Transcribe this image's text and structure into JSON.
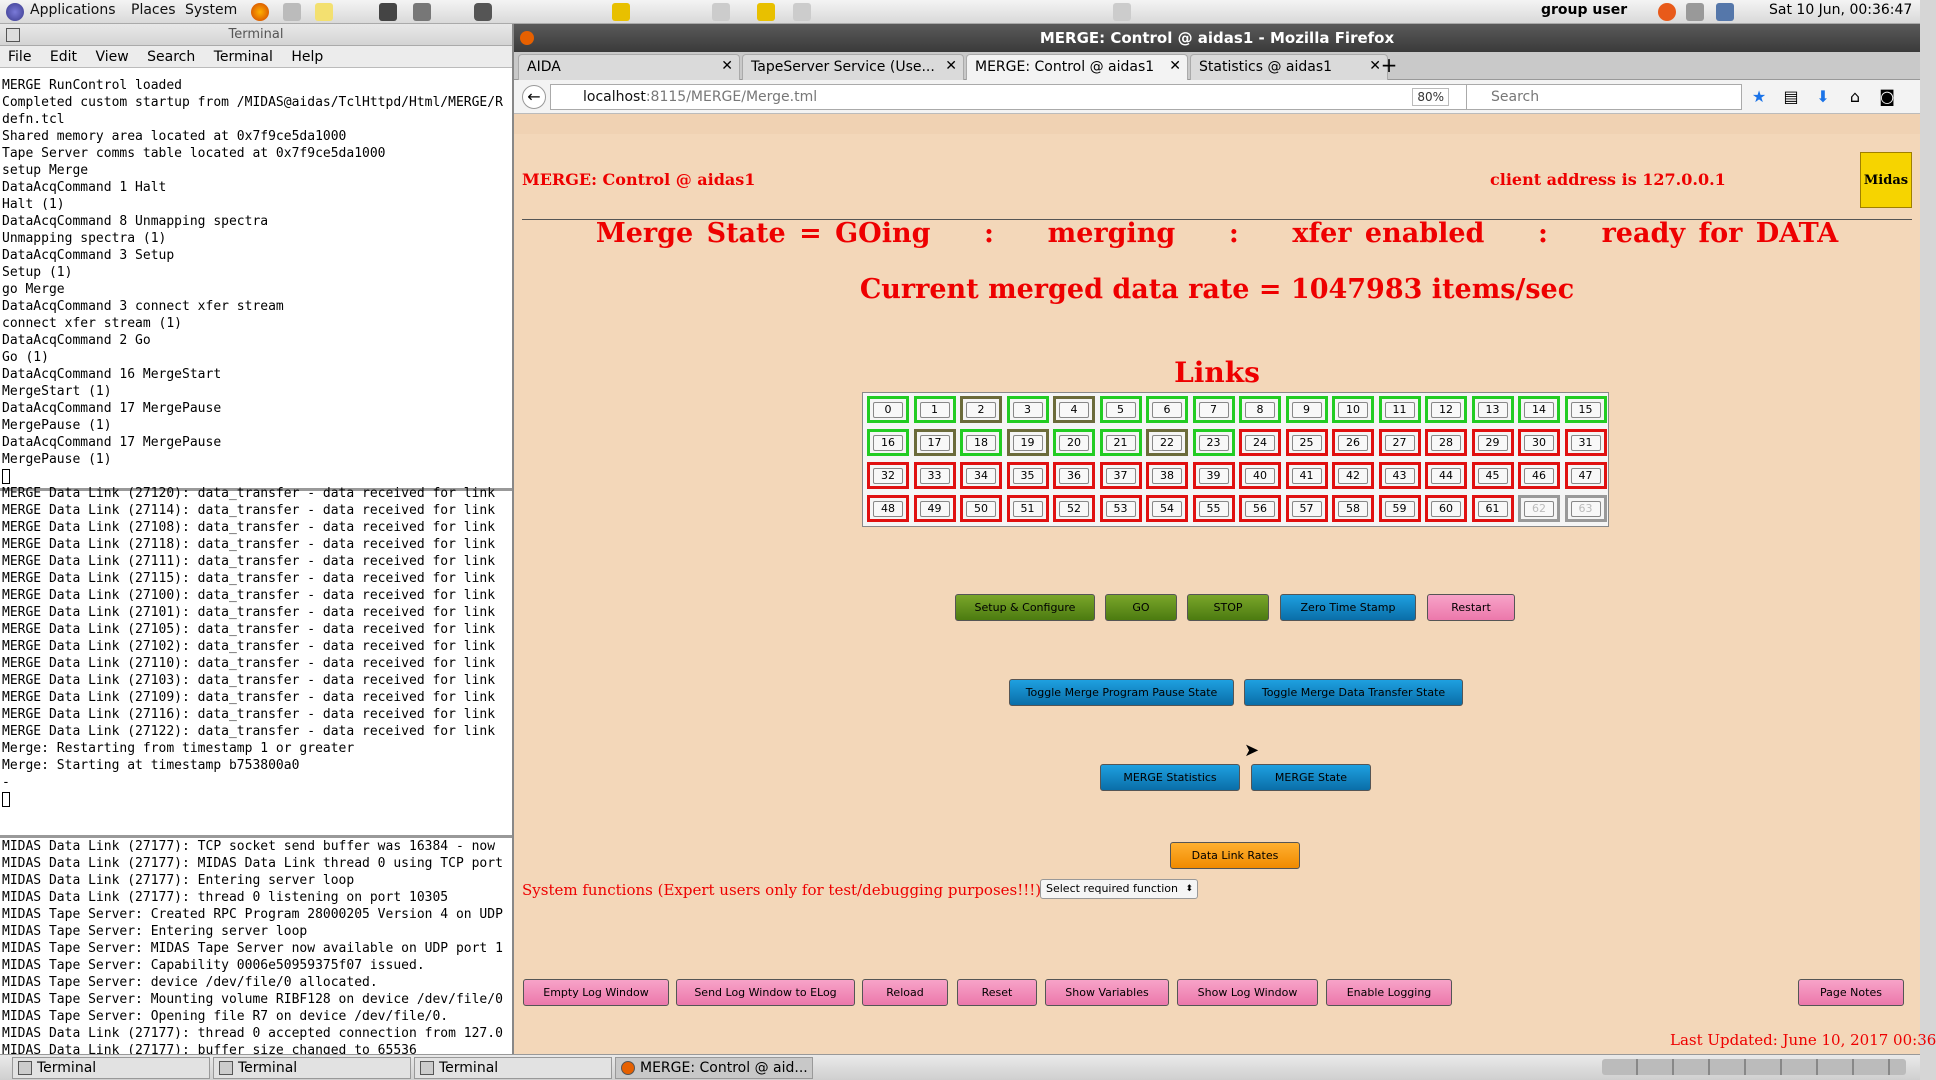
{
  "top_panel": {
    "menus": [
      "Applications",
      "Places",
      "System"
    ],
    "user": "group user",
    "clock": "Sat 10 Jun, 00:36:47"
  },
  "terminal": {
    "title": "Terminal",
    "menus": [
      "File",
      "Edit",
      "View",
      "Search",
      "Terminal",
      "Help"
    ],
    "pane1": "MERGE RunControl loaded\nCompleted custom startup from /MIDAS@aidas/TclHttpd/Html/MERGE/R\ndefn.tcl\nShared memory area located at 0x7f9ce5da1000\nTape Server comms table located at 0x7f9ce5da1000\nsetup Merge\nDataAcqCommand 1 Halt\nHalt (1)\nDataAcqCommand 8 Unmapping spectra\nUnmapping spectra (1)\nDataAcqCommand 3 Setup\nSetup (1)\ngo Merge\nDataAcqCommand 3 connect xfer stream\nconnect xfer stream (1)\nDataAcqCommand 2 Go\nGo (1)\nDataAcqCommand 16 MergeStart\nMergeStart (1)\nDataAcqCommand 17 MergePause\nMergePause (1)\nDataAcqCommand 17 MergePause\nMergePause (1)",
    "pane2": "MERGE Data Link (27120): data_transfer - data received for link\nMERGE Data Link (27114): data_transfer - data received for link\nMERGE Data Link (27108): data_transfer - data received for link\nMERGE Data Link (27118): data_transfer - data received for link\nMERGE Data Link (27111): data_transfer - data received for link\nMERGE Data Link (27115): data_transfer - data received for link\nMERGE Data Link (27100): data_transfer - data received for link\nMERGE Data Link (27101): data_transfer - data received for link\nMERGE Data Link (27105): data_transfer - data received for link\nMERGE Data Link (27102): data_transfer - data received for link\nMERGE Data Link (27110): data_transfer - data received for link\nMERGE Data Link (27103): data_transfer - data received for link\nMERGE Data Link (27109): data_transfer - data received for link\nMERGE Data Link (27116): data_transfer - data received for link\nMERGE Data Link (27122): data_transfer - data received for link\nMerge: Restarting from timestamp 1 or greater\nMerge: Starting at timestamp b753800a0\n-",
    "pane3": "MIDAS Data Link (27177): TCP socket send buffer was 16384 - now\nMIDAS Data Link (27177): MIDAS Data Link thread 0 using TCP port\nMIDAS Data Link (27177): Entering server loop\nMIDAS Data Link (27177): thread 0 listening on port 10305\nMIDAS Tape Server: Created RPC Program 28000205 Version 4 on UDP\nMIDAS Tape Server: Entering server loop\nMIDAS Tape Server: MIDAS Tape Server now available on UDP port 1\nMIDAS Tape Server: Capability 0006e50959375f07 issued.\nMIDAS Tape Server: device /dev/file/0 allocated.\nMIDAS Tape Server: Mounting volume RIBF128 on device /dev/file/0\nMIDAS Tape Server: Opening file R7 on device /dev/file/0.\nMIDAS Data Link (27177): thread 0 accepted connection from 127.0\nMIDAS Data Link (27177): buffer size changed to 65536"
  },
  "firefox": {
    "window_title": "MERGE: Control @ aidas1 - Mozilla Firefox",
    "tabs": [
      {
        "label": "AIDA"
      },
      {
        "label": "TapeServer Service (Use..."
      },
      {
        "label": "MERGE: Control @ aidas1"
      },
      {
        "label": "Statistics @ aidas1"
      }
    ],
    "url_host": "localhost",
    "url_path": ":8115/MERGE/Merge.tml",
    "zoom": "80%",
    "search_placeholder": "Search"
  },
  "page": {
    "header_left": "MERGE: Control @ aidas1",
    "header_right": "client address is 127.0.0.1",
    "logo": "Midas",
    "state_line": "Merge State = GOing    :    merging    :    xfer enabled    :    ready for DATA",
    "rate_line": "Current merged data rate = 1047983 items/sec",
    "links_title": "Links",
    "links": [
      {
        "n": "0",
        "s": "green"
      },
      {
        "n": "1",
        "s": "green"
      },
      {
        "n": "2",
        "s": "olive"
      },
      {
        "n": "3",
        "s": "green"
      },
      {
        "n": "4",
        "s": "olive"
      },
      {
        "n": "5",
        "s": "green"
      },
      {
        "n": "6",
        "s": "green"
      },
      {
        "n": "7",
        "s": "green"
      },
      {
        "n": "8",
        "s": "green"
      },
      {
        "n": "9",
        "s": "green"
      },
      {
        "n": "10",
        "s": "green"
      },
      {
        "n": "11",
        "s": "green"
      },
      {
        "n": "12",
        "s": "green"
      },
      {
        "n": "13",
        "s": "green"
      },
      {
        "n": "14",
        "s": "green"
      },
      {
        "n": "15",
        "s": "green"
      },
      {
        "n": "16",
        "s": "green"
      },
      {
        "n": "17",
        "s": "olive"
      },
      {
        "n": "18",
        "s": "green"
      },
      {
        "n": "19",
        "s": "olive"
      },
      {
        "n": "20",
        "s": "green"
      },
      {
        "n": "21",
        "s": "green"
      },
      {
        "n": "22",
        "s": "olive"
      },
      {
        "n": "23",
        "s": "green"
      },
      {
        "n": "24",
        "s": "red"
      },
      {
        "n": "25",
        "s": "red"
      },
      {
        "n": "26",
        "s": "red"
      },
      {
        "n": "27",
        "s": "red"
      },
      {
        "n": "28",
        "s": "red"
      },
      {
        "n": "29",
        "s": "red"
      },
      {
        "n": "30",
        "s": "red"
      },
      {
        "n": "31",
        "s": "red"
      },
      {
        "n": "32",
        "s": "red"
      },
      {
        "n": "33",
        "s": "red"
      },
      {
        "n": "34",
        "s": "red"
      },
      {
        "n": "35",
        "s": "red"
      },
      {
        "n": "36",
        "s": "red"
      },
      {
        "n": "37",
        "s": "red"
      },
      {
        "n": "38",
        "s": "red"
      },
      {
        "n": "39",
        "s": "red"
      },
      {
        "n": "40",
        "s": "red"
      },
      {
        "n": "41",
        "s": "red"
      },
      {
        "n": "42",
        "s": "red"
      },
      {
        "n": "43",
        "s": "red"
      },
      {
        "n": "44",
        "s": "red"
      },
      {
        "n": "45",
        "s": "red"
      },
      {
        "n": "46",
        "s": "red"
      },
      {
        "n": "47",
        "s": "red"
      },
      {
        "n": "48",
        "s": "red"
      },
      {
        "n": "49",
        "s": "red"
      },
      {
        "n": "50",
        "s": "red"
      },
      {
        "n": "51",
        "s": "red"
      },
      {
        "n": "52",
        "s": "red"
      },
      {
        "n": "53",
        "s": "red"
      },
      {
        "n": "54",
        "s": "red"
      },
      {
        "n": "55",
        "s": "red"
      },
      {
        "n": "56",
        "s": "red"
      },
      {
        "n": "57",
        "s": "red"
      },
      {
        "n": "58",
        "s": "red"
      },
      {
        "n": "59",
        "s": "red"
      },
      {
        "n": "60",
        "s": "red"
      },
      {
        "n": "61",
        "s": "red"
      },
      {
        "n": "62",
        "s": "gray"
      },
      {
        "n": "63",
        "s": "gray"
      }
    ],
    "buttons": {
      "setup": "Setup & Configure",
      "go": "GO",
      "stop": "STOP",
      "zero": "Zero Time Stamp",
      "restart": "Restart",
      "toggle_pause": "Toggle Merge Program Pause State",
      "toggle_xfer": "Toggle Merge Data Transfer State",
      "stats": "MERGE Statistics",
      "state": "MERGE State",
      "rates": "Data Link Rates",
      "empty_log": "Empty Log Window",
      "send_log": "Send Log Window to ELog",
      "reload": "Reload",
      "reset": "Reset",
      "show_vars": "Show Variables",
      "show_log": "Show Log Window",
      "enable_log": "Enable Logging",
      "page_notes": "Page Notes"
    },
    "system_functions": "System functions (Expert users only for test/debugging purposes!!!)",
    "select_value": "Select required function",
    "last_updated": "Last Updated: June 10, 2017 00:36"
  },
  "taskbar": {
    "items": [
      "Terminal",
      "Terminal",
      "Terminal",
      "MERGE: Control @ aid..."
    ]
  },
  "colors": {
    "accent_red": "#e00000",
    "page_bg": "#f3d7b9",
    "link_green": "#22cc22",
    "link_red": "#e01010"
  }
}
